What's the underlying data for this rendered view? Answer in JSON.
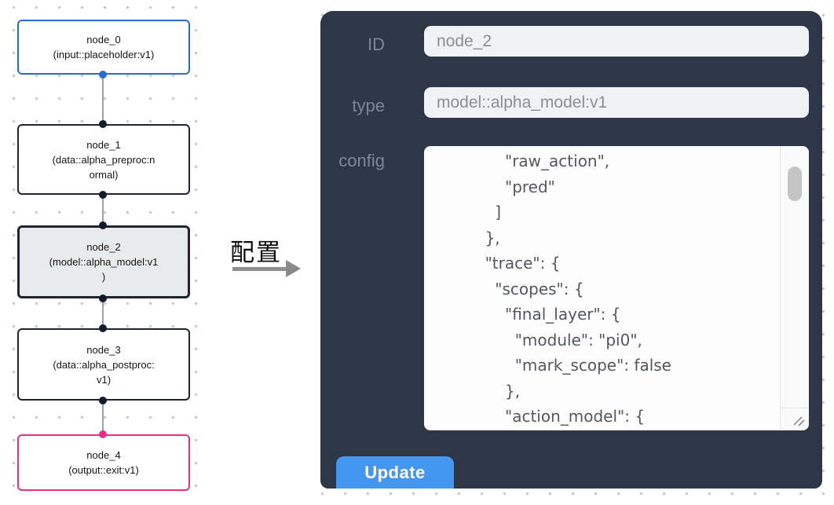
{
  "flow": {
    "nodes": [
      {
        "id": "node_0",
        "title": "node_0",
        "subtitle": "(input::placeholder:v1)"
      },
      {
        "id": "node_1",
        "title": "node_1",
        "subtitle": "(data::alpha_preproc:n\normal)"
      },
      {
        "id": "node_2",
        "title": "node_2",
        "subtitle": "(model::alpha_model:v1\n)"
      },
      {
        "id": "node_3",
        "title": "node_3",
        "subtitle": "(data::alpha_postproc:\nv1)"
      },
      {
        "id": "node_4",
        "title": "node_4",
        "subtitle": "(output::exit:v1)"
      }
    ],
    "selected_node": "node_2"
  },
  "transition": {
    "label": "配置"
  },
  "panel": {
    "fields": [
      {
        "label": "ID",
        "value": "node_2"
      },
      {
        "label": "type",
        "value": "model::alpha_model:v1"
      }
    ],
    "config_label": "config",
    "config_text": "              \"raw_action\",\n              \"pred\"\n            ]\n          },\n          \"trace\": {\n            \"scopes\": {\n              \"final_layer\": {\n                \"module\": \"pi0\",\n                \"mark_scope\": false\n              },\n              \"action_model\": {",
    "update_label": "Update"
  },
  "colors": {
    "panel_bg": "#2d3748",
    "accent_button": "#4596f0",
    "input_node_border": "#2a6ad0",
    "output_node_border": "#e92c88",
    "selected_node_bg": "#e9eaeb",
    "node_border": "#1f2433"
  }
}
